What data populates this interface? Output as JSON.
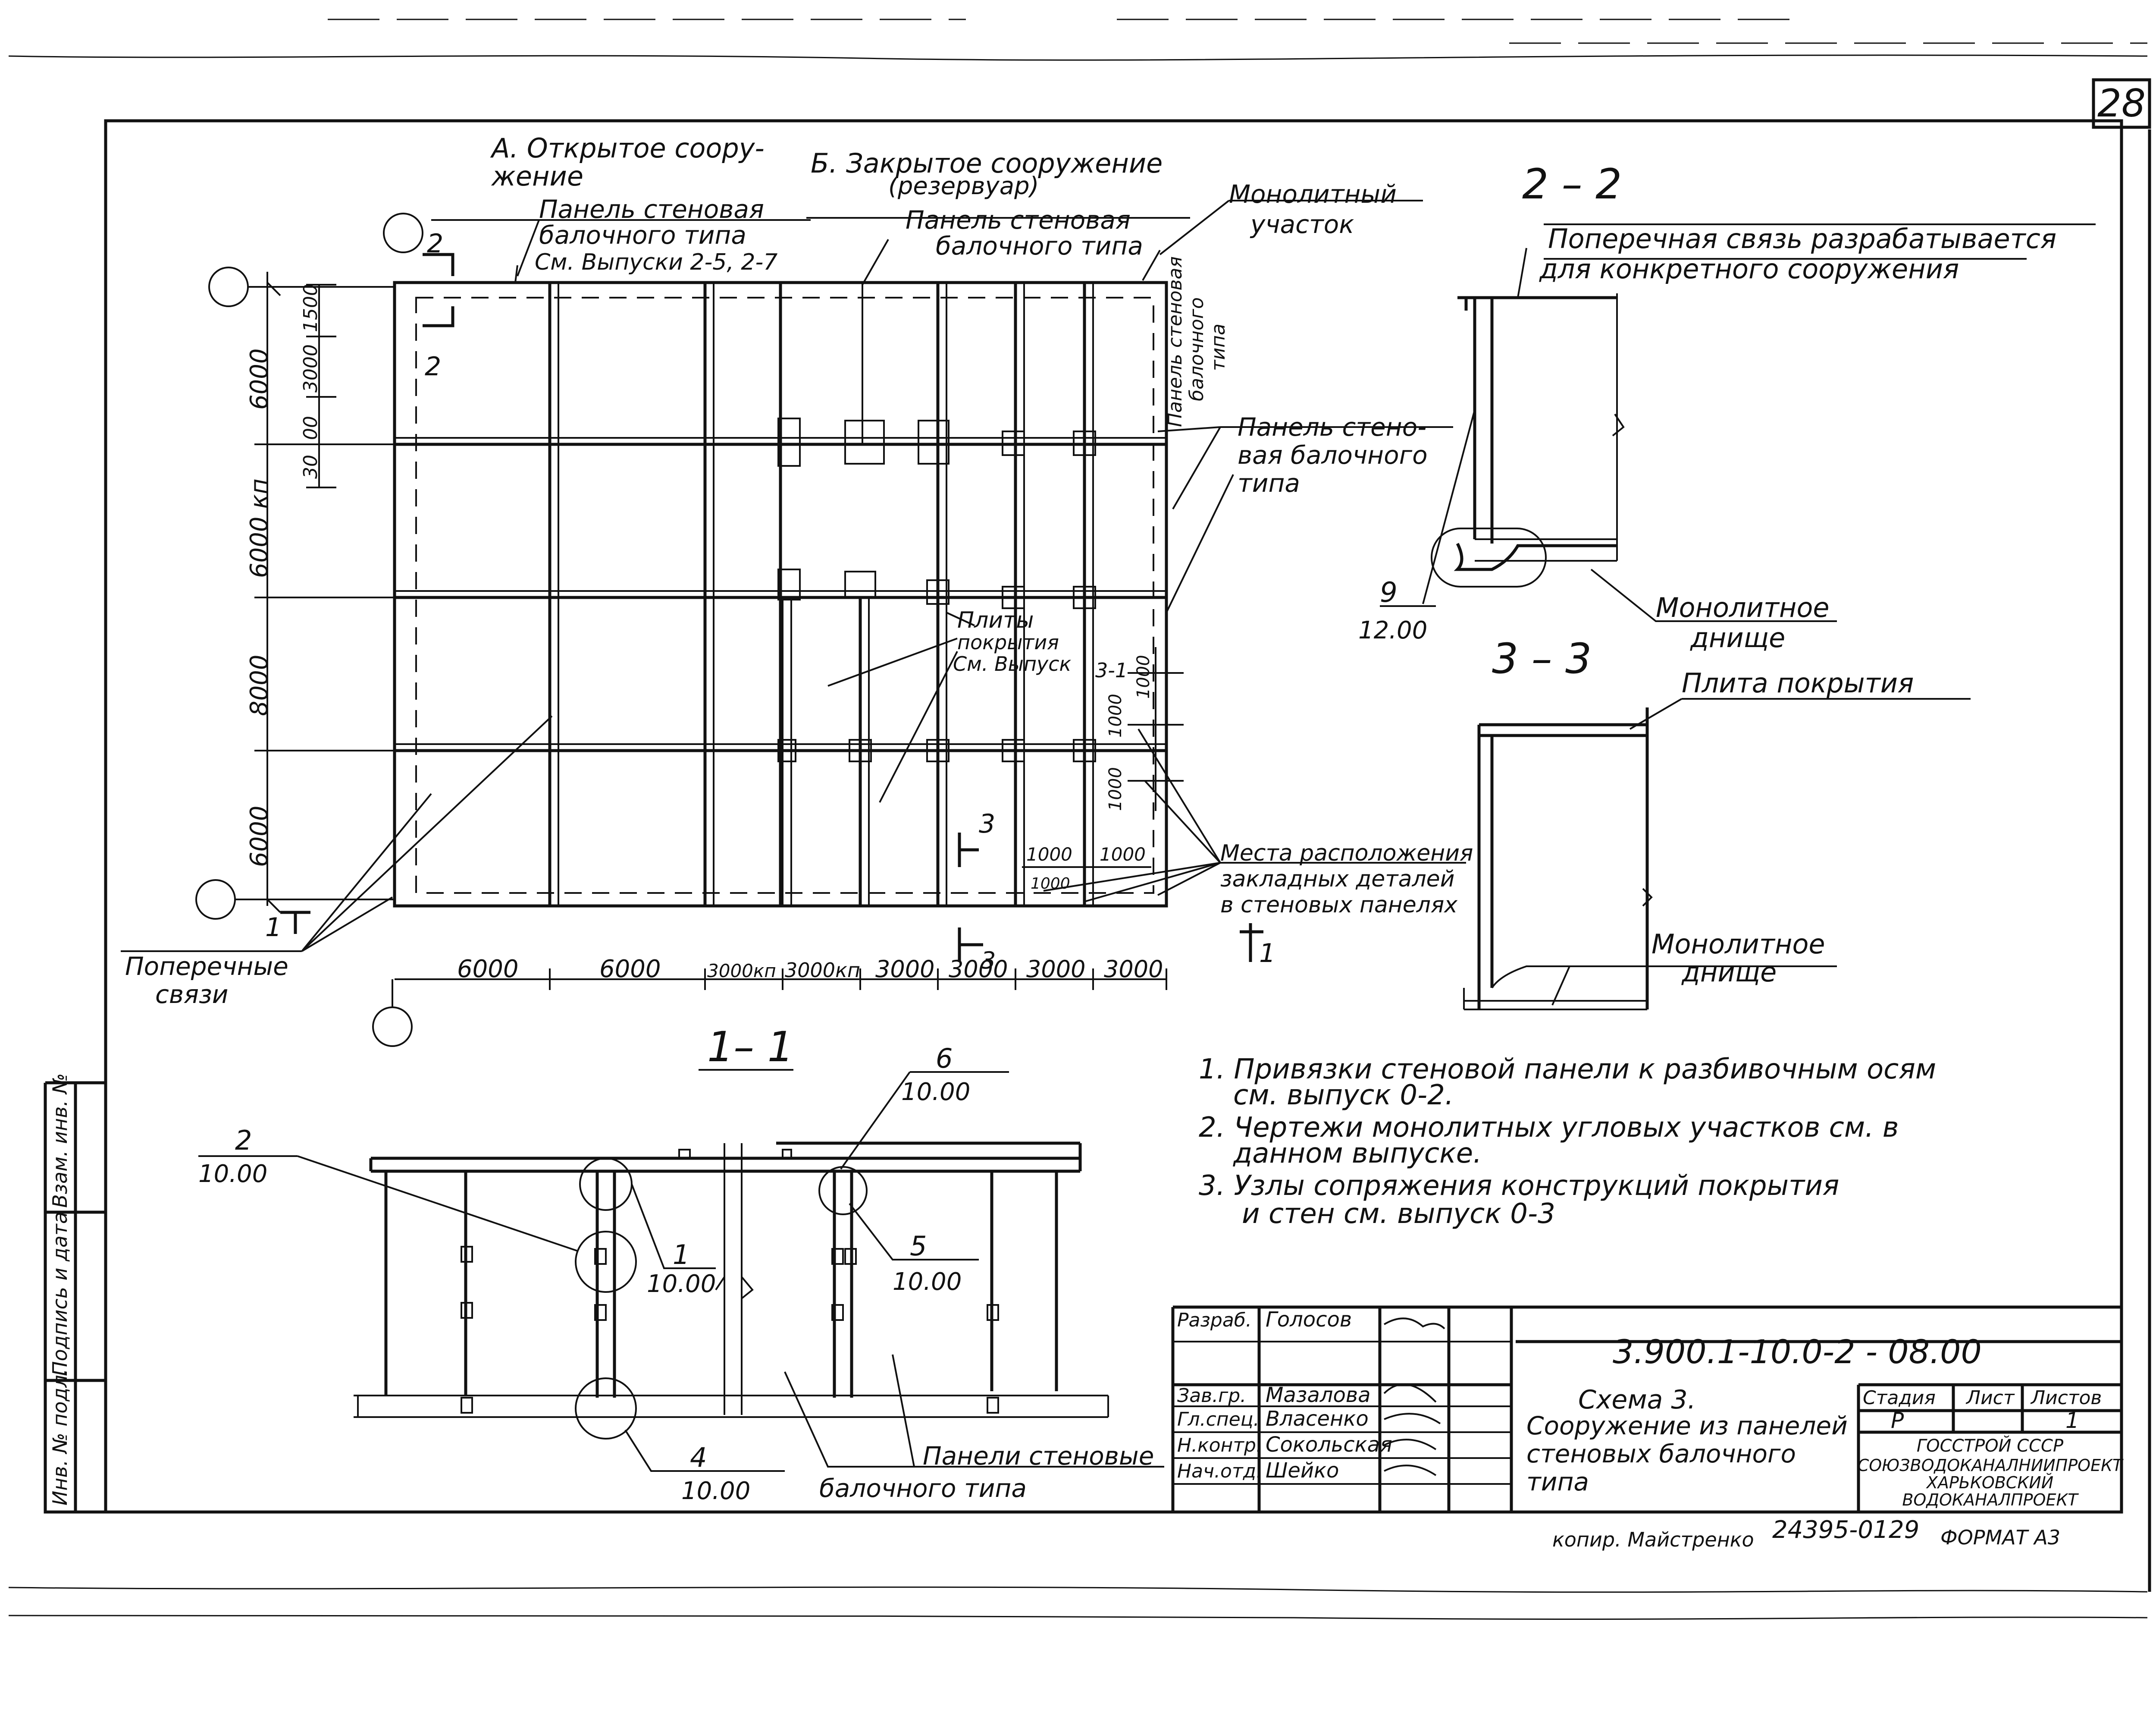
{
  "sheet": {
    "number": "28",
    "format": "ФОРМАТ А3",
    "copy": "копир. Майстренко",
    "archive": "24395-01",
    "archive_page": "29"
  },
  "plan": {
    "label_a_1": "А. Открытое соору-",
    "label_a_2": "жение",
    "label_b_1": "Б. Закрытое сооружение",
    "label_b_2": "(резервуар)",
    "wall_panel_a_1": "Панель стеновая",
    "wall_panel_a_2": "балочного типа",
    "wall_panel_a_3": "См. Выпуски 2-5, 2-7",
    "wall_panel_b_1": "Панель стеновая",
    "wall_panel_b_2": "балочного типа",
    "monolith_1": "Монолитный",
    "monolith_2": "участок",
    "vertical_panel_1": "Панель стеновая",
    "vertical_panel_2": "балочного",
    "vertical_panel_3": "типа",
    "side_panel_1": "Панель стено-",
    "side_panel_2": "вая балочного",
    "side_panel_3": "типа",
    "slabs_1": "Плиты",
    "slabs_2": "покрытия",
    "slabs_3": "См. Выпуск",
    "embed_1": "Места расположения",
    "embed_2": "закладных деталей",
    "embed_3": "в стеновых панелях",
    "cross_ties_1": "Поперечные",
    "cross_ties_2": "связи",
    "dims_left": [
      "6000",
      "6000 кп",
      "8000",
      "6000"
    ],
    "dims_small": [
      "1500",
      "3000",
      "00",
      "30"
    ],
    "dims_bottom": [
      "6000",
      "6000",
      "3000кп",
      "3000кп",
      "3000",
      "3000",
      "3000",
      "3000"
    ],
    "dims_right": [
      "1000",
      "1000",
      "1000"
    ],
    "dims_lower": [
      "1000",
      "1000",
      "1000"
    ],
    "sec_2": "2",
    "sec_3": "3",
    "sec_1": "1",
    "sec_31": "3-1"
  },
  "section22": {
    "title": "2 – 2",
    "note_1": "Поперечная связь разрабатывается",
    "note_2": "для конкретного сооружения",
    "node": "9",
    "node_ref": "12.00",
    "bottom_1": "Монолитное",
    "bottom_2": "днище"
  },
  "section33": {
    "title": "3 – 3",
    "slab": "Плита покрытия",
    "bottom_1": "Монолитное",
    "bottom_2": "днище"
  },
  "section11": {
    "title": "1– 1",
    "callouts": [
      {
        "num": "2",
        "ref": "10.00"
      },
      {
        "num": "6",
        "ref": "10.00"
      },
      {
        "num": "1",
        "ref": "10.00"
      },
      {
        "num": "5",
        "ref": "10.00"
      },
      {
        "num": "4",
        "ref": "10.00"
      }
    ],
    "panels_1": "Панели стеновые",
    "panels_2": "балочного типа"
  },
  "notes": [
    "1. Привязки стеновой панели к разбивочным осям",
    "см. выпуск 0-2.",
    "2. Чертежи монолитных угловых участков см. в",
    "данном выпуске.",
    "3. Узлы сопряжения конструкций покрытия",
    "и стен см. выпуск 0-3"
  ],
  "stamp": {
    "code": "3.900.1-10.0-2 - 08.00",
    "title_1": "Схема 3.",
    "title_2": "Сооружение из панелей",
    "title_3": "стеновых балочного",
    "title_4": "типа",
    "roles": [
      "Разраб.",
      "Зав.гр.",
      "Гл.спец.",
      "Н.контр.",
      "Нач.отд."
    ],
    "names": [
      "Голосов",
      "Мазалова",
      "Власенко",
      "Сокольская",
      "Шейко"
    ],
    "stage_h": "Стадия",
    "sheet_h": "Лист",
    "sheets_h": "Листов",
    "stage": "Р",
    "sheets": "1",
    "org_1": "ГОССТРОЙ СССР",
    "org_2": "СОЮЗВОДОКАНАЛНИИПРОЕКТ",
    "org_3": "ХАРЬКОВСКИЙ",
    "org_4": "ВОДОКАНАЛПРОЕКТ"
  },
  "side_stamp": [
    "Инв. № подл.",
    "Подпись и дата",
    "Взам. инв. №"
  ]
}
